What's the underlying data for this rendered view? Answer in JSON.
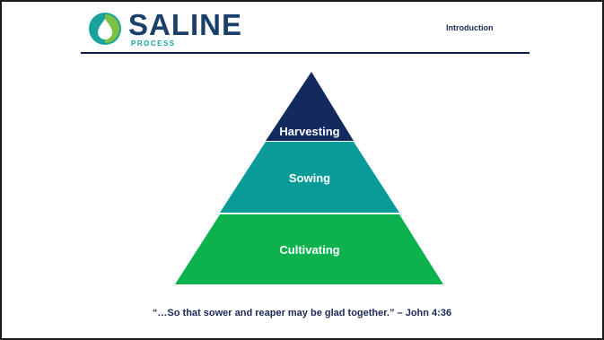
{
  "logo": {
    "name": "SALINE",
    "subtitle": "PROCESS"
  },
  "header": {
    "section": "Introduction"
  },
  "pyramid": {
    "tiers": [
      {
        "label": "Harvesting",
        "color": "#132a5e"
      },
      {
        "label": "Sowing",
        "color": "#0a9a98"
      },
      {
        "label": "Cultivating",
        "color": "#0db24f"
      }
    ]
  },
  "quote": "“…So that sower and reaper may be glad together.” – John 4:36",
  "colors": {
    "navy": "#132a5e",
    "teal": "#0a9a98",
    "green": "#0db24f",
    "border": "#1a1a1a"
  }
}
